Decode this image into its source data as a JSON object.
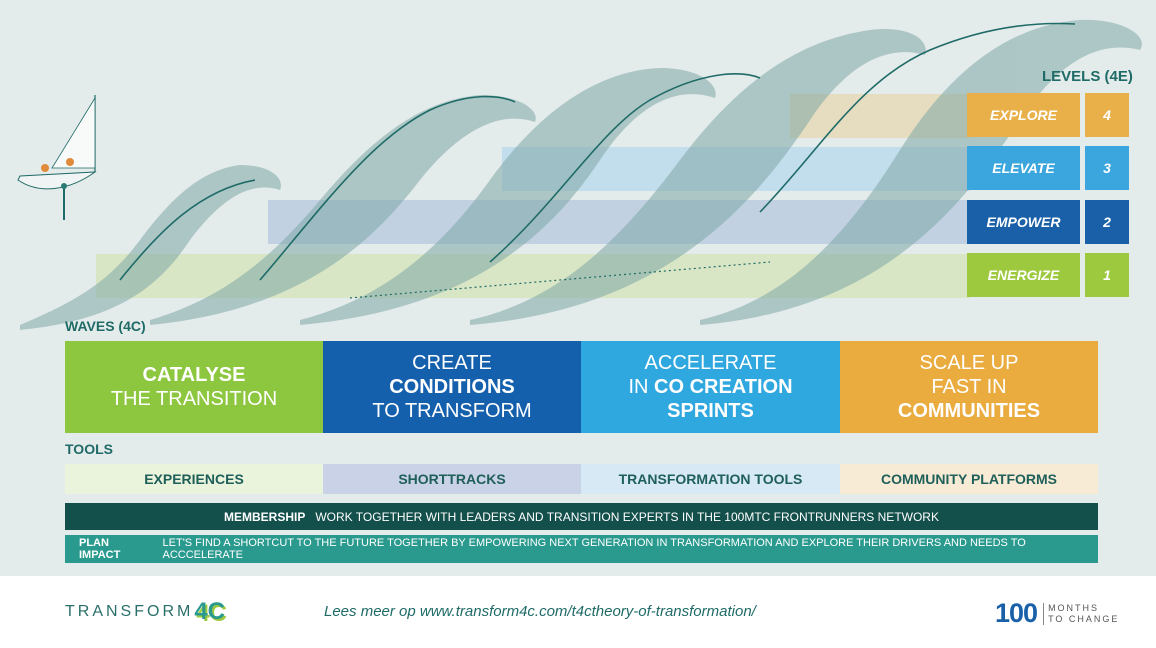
{
  "levels": {
    "title": "LEVELS (4E)",
    "items": [
      {
        "name": "EXPLORE",
        "number": "4",
        "color": "#e9b04a"
      },
      {
        "name": "ELEVATE",
        "number": "3",
        "color": "#3aa6dd"
      },
      {
        "name": "EMPOWER",
        "number": "2",
        "color": "#1a60a8"
      },
      {
        "name": "ENERGIZE",
        "number": "1",
        "color": "#9dc93f"
      }
    ]
  },
  "waves": {
    "title": "WAVES (4C)",
    "items": [
      {
        "line1": "CATALYSE",
        "line2": "THE TRANSITION",
        "line3": "",
        "color": "#8dc63f"
      },
      {
        "line1": "CREATE",
        "line2": "CONDITIONS",
        "line3": "TO TRANSFORM",
        "color": "#1560ad"
      },
      {
        "line1": "ACCELERATE",
        "line2_plain": "IN ",
        "line2_bold": "CO CREATION",
        "line3": "SPRINTS",
        "color": "#2fa7df"
      },
      {
        "line1": "SCALE UP",
        "line2": "FAST IN",
        "line3": "COMMUNITIES",
        "color": "#eaab3f"
      }
    ]
  },
  "tools": {
    "title": "TOOLS",
    "items": [
      {
        "label": "EXPERIENCES",
        "color": "#eaf3dc"
      },
      {
        "label": "SHORTTRACKS",
        "color": "#c9d2e6"
      },
      {
        "label": "TRANSFORMATION TOOLS",
        "color": "#d6e9f5"
      },
      {
        "label": "COMMUNITY PLATFORMS",
        "color": "#f8ebd6"
      }
    ]
  },
  "membership": {
    "label": "MEMBERSHIP",
    "text": "WORK TOGETHER WITH LEADERS AND TRANSITION EXPERTS IN THE 100MTC FRONTRUNNERS NETWORK",
    "color": "#134f4b"
  },
  "plan_impact": {
    "label": "PLAN IMPACT",
    "text": "LET'S FIND A SHORTCUT TO THE FUTURE TOGETHER BY EMPOWERING NEXT GENERATION IN TRANSFORMATION AND EXPLORE THEIR DRIVERS AND NEEDS TO ACCCELERATE",
    "color": "#2a9a8f"
  },
  "footer": {
    "logo_text": "TRANSFORM",
    "logo_mark": "4C",
    "link": "Lees meer op www.transform4c.com/t4ctheory-of-transformation/",
    "partner_number": "100",
    "partner_line1": "MONTHS",
    "partner_line2": "TO CHANGE"
  }
}
